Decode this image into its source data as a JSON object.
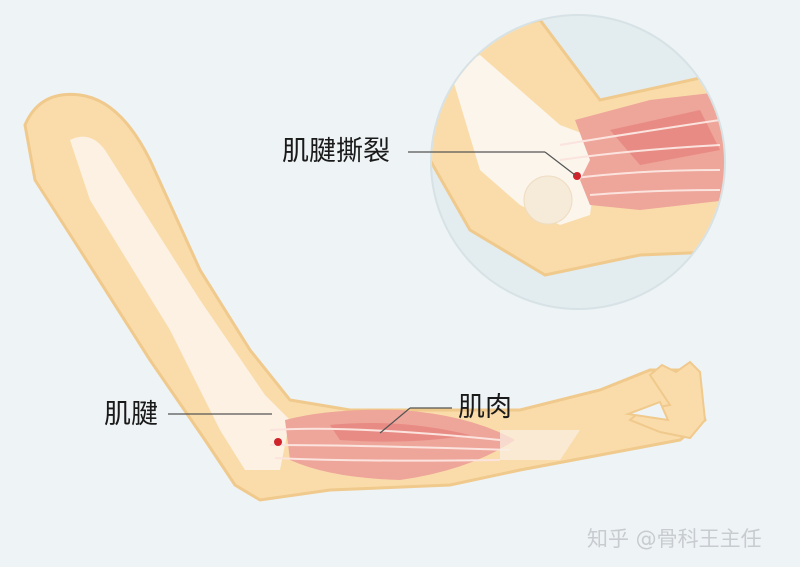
{
  "labels": {
    "tendon_tear": "肌腱撕裂",
    "tendon": "肌腱",
    "muscle": "肌肉"
  },
  "watermark": "知乎 @骨科王主任",
  "colors": {
    "background": "#eef3f5",
    "skin": "#fadcaa",
    "skin_outline": "#f0c98c",
    "bone": "#fbf5ec",
    "muscle": "#eea59a",
    "muscle_dark": "#e5807a",
    "tear": "#d0232b",
    "inset_circle": "#e3ecef"
  }
}
